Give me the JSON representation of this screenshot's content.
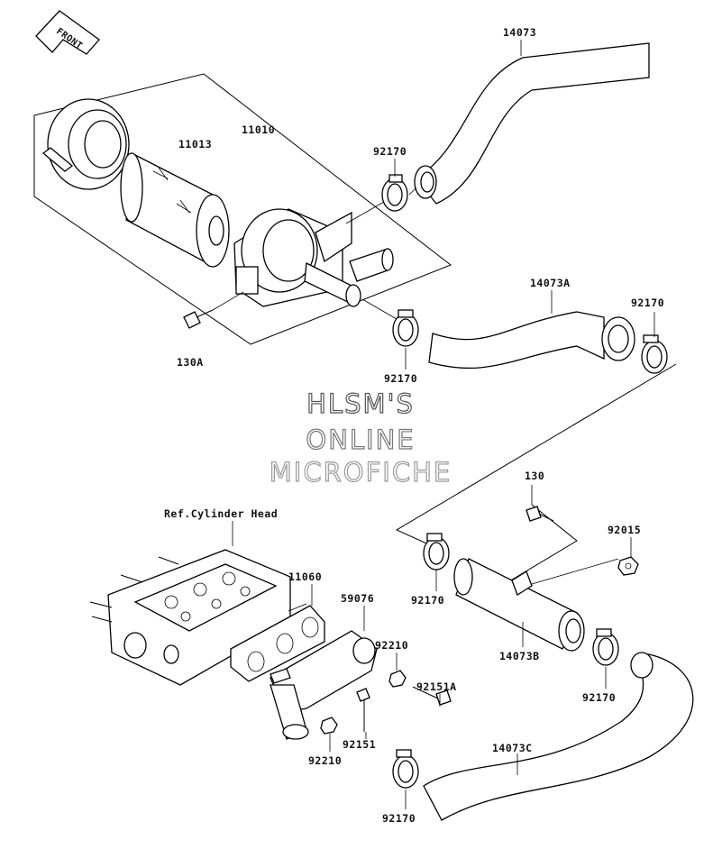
{
  "front_label": "FRONT",
  "watermark": [
    "HLSM'S",
    "ONLINE",
    "MICROFICHE"
  ],
  "ref_label": "Ref.Cylinder Head",
  "parts": {
    "hose_upper": "14073",
    "clamp_upper": "92170",
    "air_cleaner_assy": "11010",
    "element": "11013",
    "bolt_130a": "130A",
    "hose_a": "14073A",
    "clamp_a_right": "92170",
    "clamp_a_left": "92170",
    "bolt_130": "130",
    "nut_92015": "92015",
    "clamp_pipe_left": "92170",
    "pipe_b": "14073B",
    "clamp_pipe_right": "92170",
    "gasket": "11060",
    "manifold": "59076",
    "nut_92210_right": "92210",
    "stud_92151a": "92151A",
    "stud_92151": "92151",
    "nut_92210_left": "92210",
    "hose_c": "14073C",
    "clamp_c": "92170"
  }
}
